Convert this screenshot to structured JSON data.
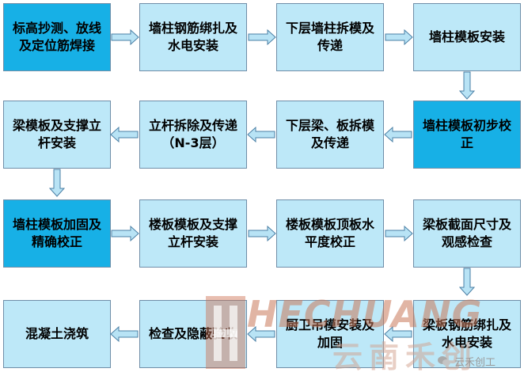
{
  "steps": [
    {
      "text": "标高抄测、放线及定位筋焊接",
      "highlight": true
    },
    {
      "text": "墙柱钢筋绑扎及水电安装",
      "highlight": false
    },
    {
      "text": "下层墙柱拆模及传递",
      "highlight": false
    },
    {
      "text": "墙柱模板安装",
      "highlight": false
    },
    {
      "text": "墙柱模板初步校正",
      "highlight": true
    },
    {
      "text": "下层梁、板拆模及传递",
      "highlight": false
    },
    {
      "text": "立杆拆除及传递（N-3层）",
      "highlight": false
    },
    {
      "text": "梁模板及支撑立杆安装",
      "highlight": false
    },
    {
      "text": "墙柱模板加固及精确校正",
      "highlight": true
    },
    {
      "text": "楼板模板及支撑立杆安装",
      "highlight": false
    },
    {
      "text": "楼板模板顶板水平度校正",
      "highlight": false
    },
    {
      "text": "梁板截面尺寸及观感检查",
      "highlight": false
    },
    {
      "text": "梁板钢筋绑扎及水电安装",
      "highlight": false
    },
    {
      "text": "厨卫吊模安装及加固",
      "highlight": false
    },
    {
      "text": "检查及隐蔽验收",
      "highlight": false
    },
    {
      "text": "混凝土浇筑",
      "highlight": false
    }
  ],
  "watermark": {
    "brand": "HECHUANG",
    "brand_cn": "云南禾创",
    "badge": "云禾创工"
  },
  "colors": {
    "box_light": "#bde8f8",
    "box_dark": "#17b0e6",
    "arrow_fill": "#b8e3f5",
    "arrow_stroke": "#4a7fa5"
  }
}
